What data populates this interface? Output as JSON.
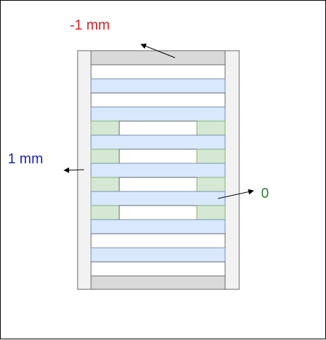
{
  "labels": {
    "top": "-1 mm",
    "left": "1 mm",
    "right": "0"
  },
  "colors": {
    "top_label": "#e31a1c",
    "left_label": "#1f1fbf",
    "right_label": "#2e7d32",
    "outer_fill": "#f2f2f2",
    "cap_fill": "#d9d9d9",
    "blue_fill": "#dae8fc",
    "blue_stroke": "#6c8ebf",
    "green_fill": "#d5e8d4",
    "green_stroke": "#82b366",
    "white_fill": "#ffffff",
    "stroke": "#666666",
    "arrow": "#000000"
  },
  "stack": [
    "white",
    "blue",
    "white",
    "blue",
    "split",
    "blue",
    "split",
    "blue",
    "split",
    "blue",
    "split",
    "blue",
    "white",
    "blue",
    "white"
  ]
}
